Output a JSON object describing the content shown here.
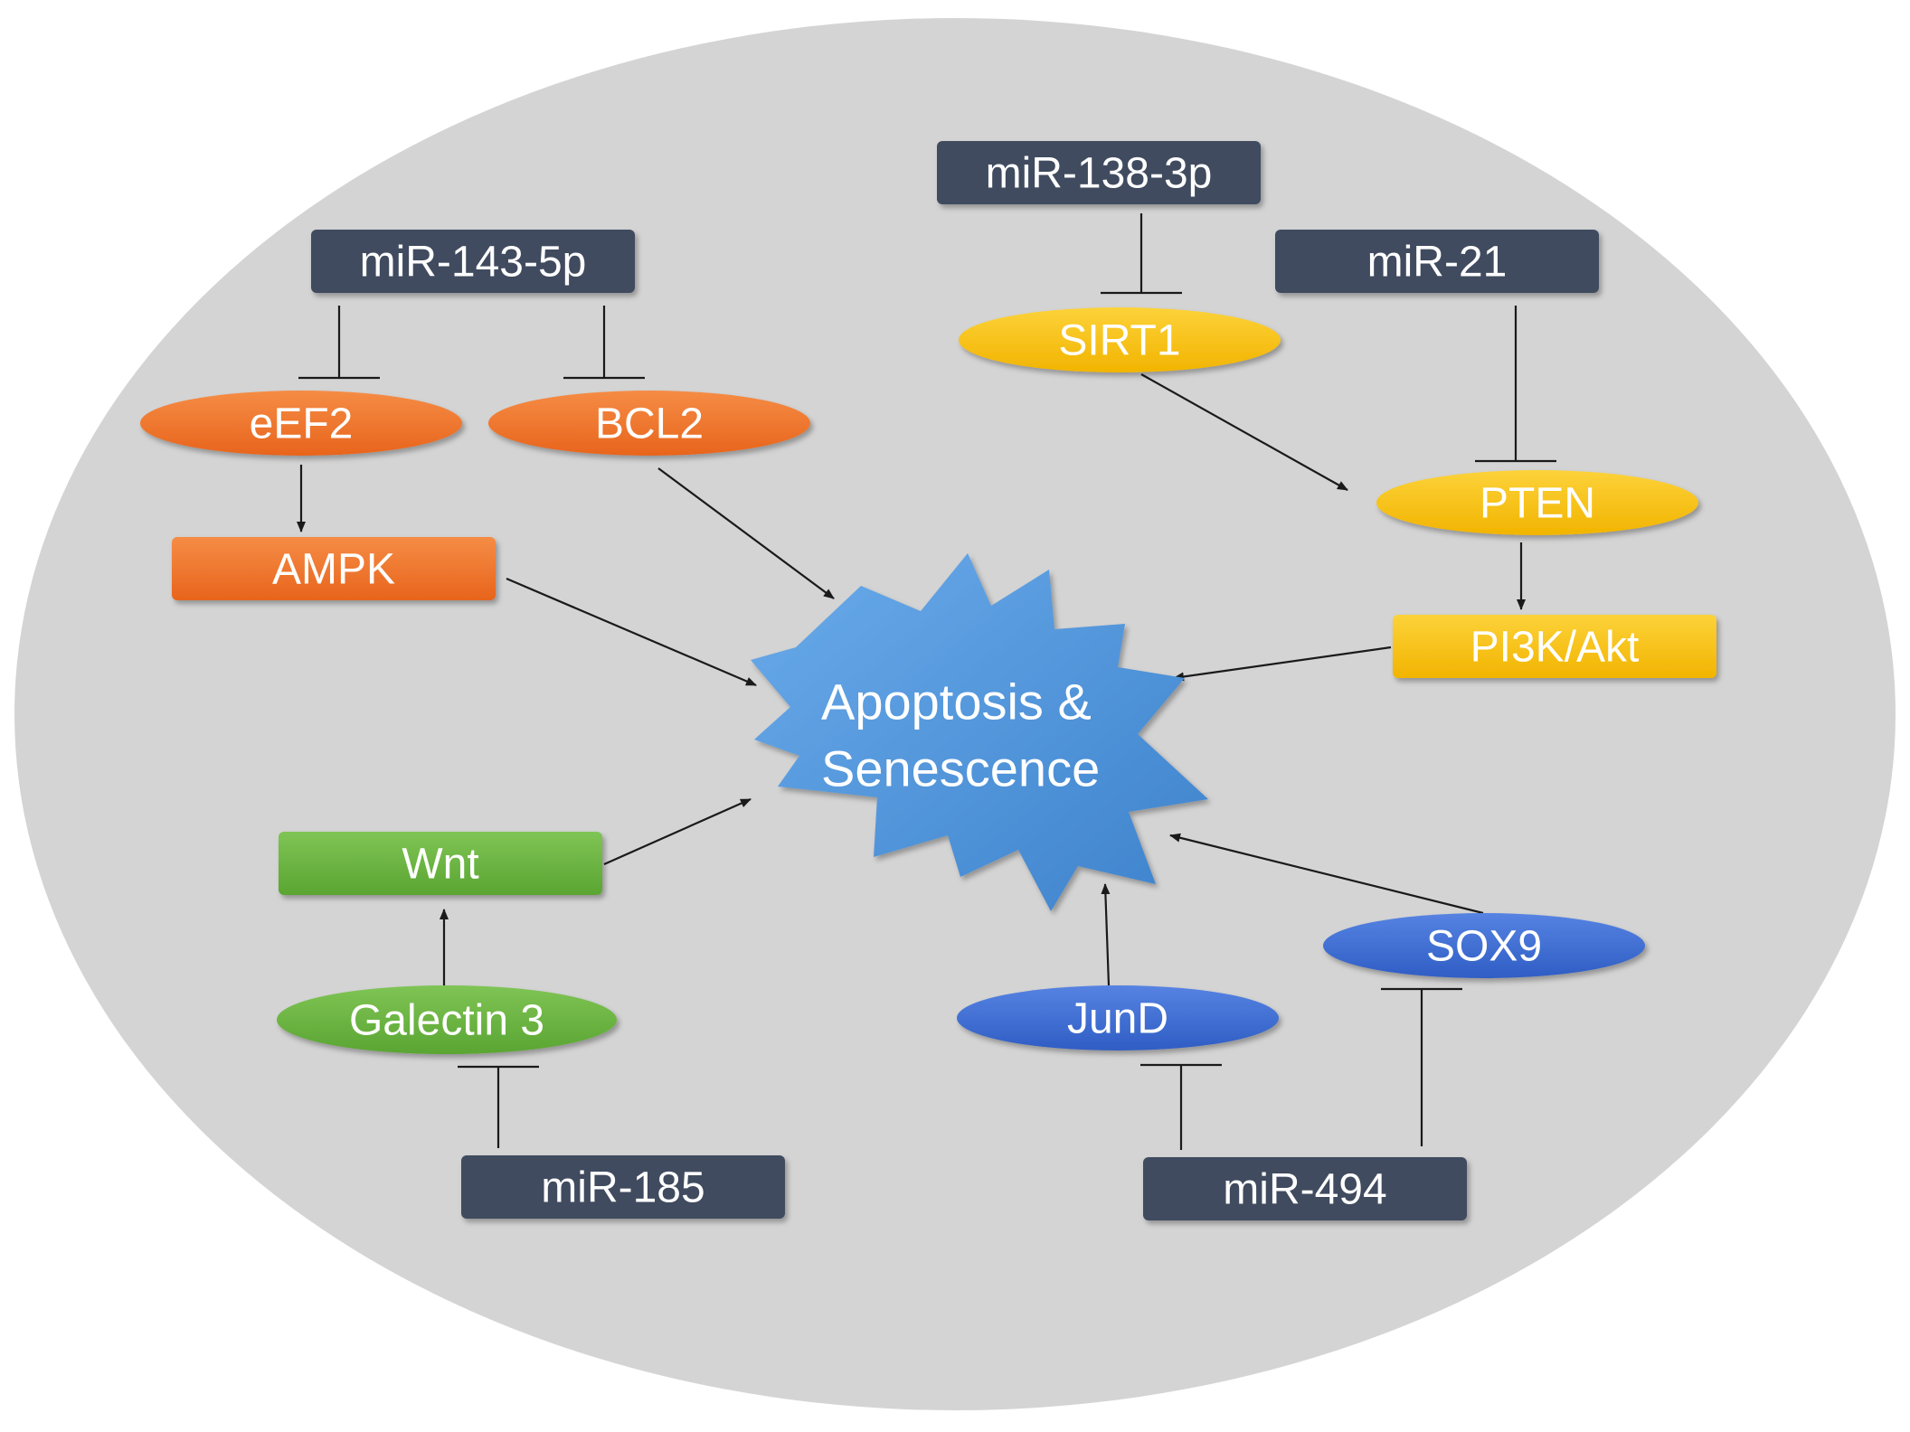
{
  "colors": {
    "background_oval": "#d4d4d4",
    "mirna_box": "#3f4b5e",
    "orange": "#f07a30",
    "yellow": "#f9c200",
    "green": "#6ab43f",
    "blue": "#3f6ed3",
    "center_star": "#4f95da"
  },
  "center": {
    "line1": "Apoptosis  &",
    "line2": "Senescence"
  },
  "nodes": {
    "mir_143_5p": "miR-143-5p",
    "mir_138_3p": "miR-138-3p",
    "mir_21": "miR-21",
    "mir_185": "miR-185",
    "mir_494": "miR-494",
    "eef2": "eEF2",
    "bcl2": "BCL2",
    "ampk": "AMPK",
    "sirt1": "SIRT1",
    "pten": "PTEN",
    "pi3k_akt": "PI3K/Akt",
    "wnt": "Wnt",
    "galectin3": "Galectin 3",
    "jund": "JunD",
    "sox9": "SOX9"
  }
}
